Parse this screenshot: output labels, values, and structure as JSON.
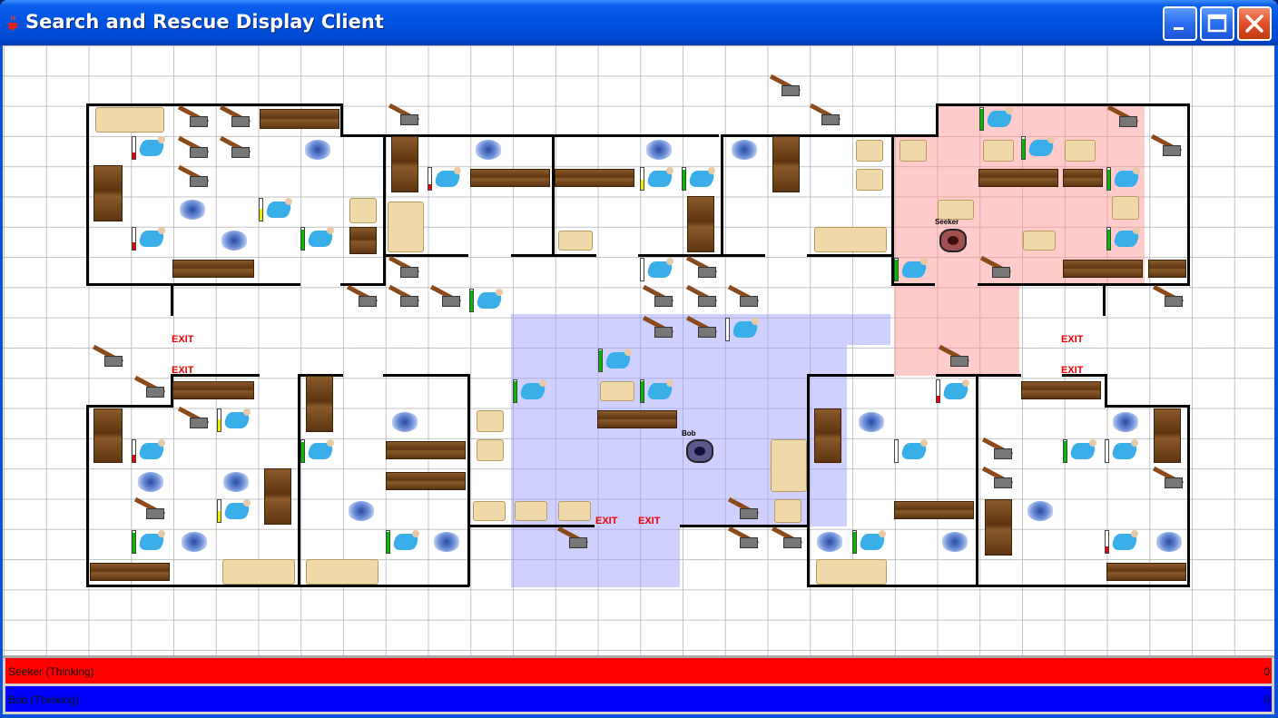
{
  "window": {
    "title": "Search and Rescue Display Client",
    "controls": {
      "minimize": "minimize",
      "maximize": "maximize",
      "close": "close"
    }
  },
  "map": {
    "exit_labels": [
      "EXIT",
      "EXIT",
      "EXIT",
      "EXIT",
      "EXIT",
      "EXIT"
    ],
    "robots": [
      {
        "label": "Seeker",
        "color": "#7a2a2a"
      },
      {
        "label": "Bob",
        "color": "#2a2a5a"
      }
    ]
  },
  "agents": [
    {
      "name": "Seeker (Thinking)",
      "score": "0",
      "color": "#ff0000"
    },
    {
      "name": "Bob (Thinking)",
      "score": "0",
      "color": "#0000ff"
    }
  ]
}
